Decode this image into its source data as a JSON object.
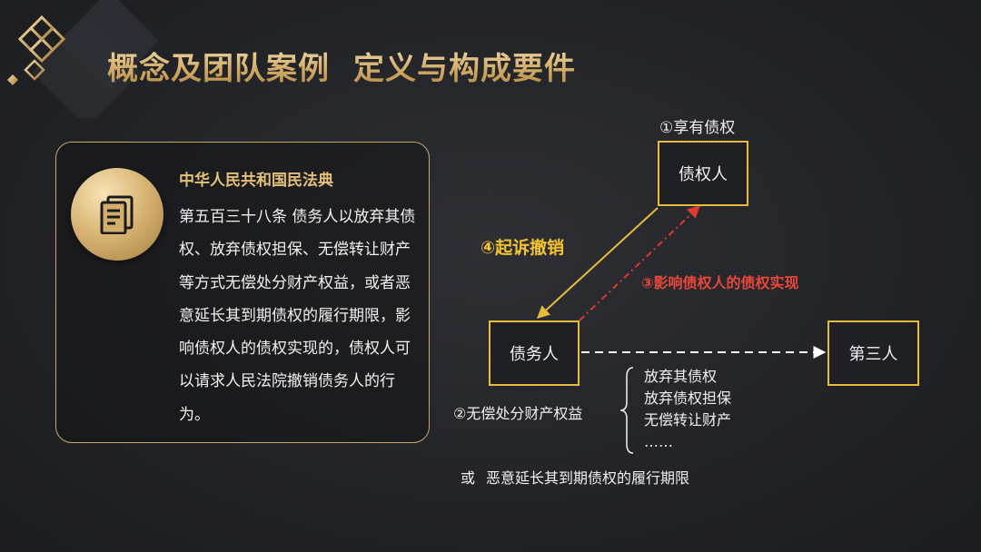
{
  "slide": {
    "title_main": "概念及团队案例",
    "title_sub": "定义与构成要件"
  },
  "card": {
    "icon": "document-icon",
    "law_title": "中华人民共和国民法典",
    "law_text": "第五百三十八条 债务人以放弃其债权、放弃债权担保、无偿转让财产等方式无偿处分财产权益，或者恶意延长其到期债权的履行期限，影响债权人的债权实现的，债权人可以请求人民法院撤销债务人的行为。"
  },
  "diagram": {
    "creditor": "债权人",
    "debtor": "债务人",
    "third_party": "第三人",
    "label_enjoy": "①享有债权",
    "label_free_disposal": "②无偿处分财产权益",
    "label_affect": "③影响债权人的债权实现",
    "label_sue": "④起诉撤销",
    "disposal_items": [
      "放弃其债权",
      "放弃债权担保",
      "无偿转让财产",
      "……"
    ],
    "or_prefix": "或",
    "or_text": "恶意延长其到期债权的履行期限"
  },
  "colors": {
    "gold": "#d4ae6b",
    "box_border": "#e6bb3e",
    "sue_label": "#f2c233",
    "affect_label": "#e8473a",
    "background": "#232428"
  }
}
